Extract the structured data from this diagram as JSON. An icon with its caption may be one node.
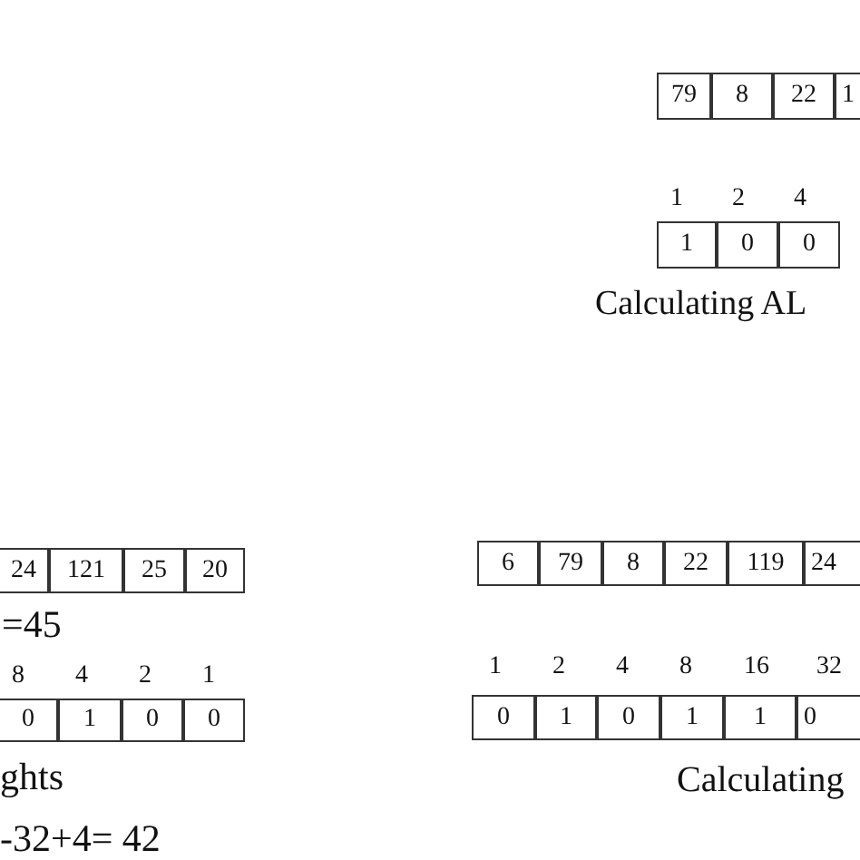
{
  "diagram": {
    "labels": [
      "79",
      "8",
      "22",
      "1",
      "1",
      "2",
      "4",
      "1",
      "0",
      "0",
      "Calculating AL",
      "24",
      "121",
      "25",
      "20",
      "6",
      "79",
      "8",
      "22",
      "119",
      "24",
      "=45",
      "8",
      "4",
      "2",
      "1",
      "1",
      "2",
      "4",
      "8",
      "16",
      "32",
      "0",
      "1",
      "0",
      "0",
      "0",
      "1",
      "0",
      "1",
      "1",
      "0",
      "ghts",
      "Calculating",
      "-32+4= 42"
    ]
  }
}
